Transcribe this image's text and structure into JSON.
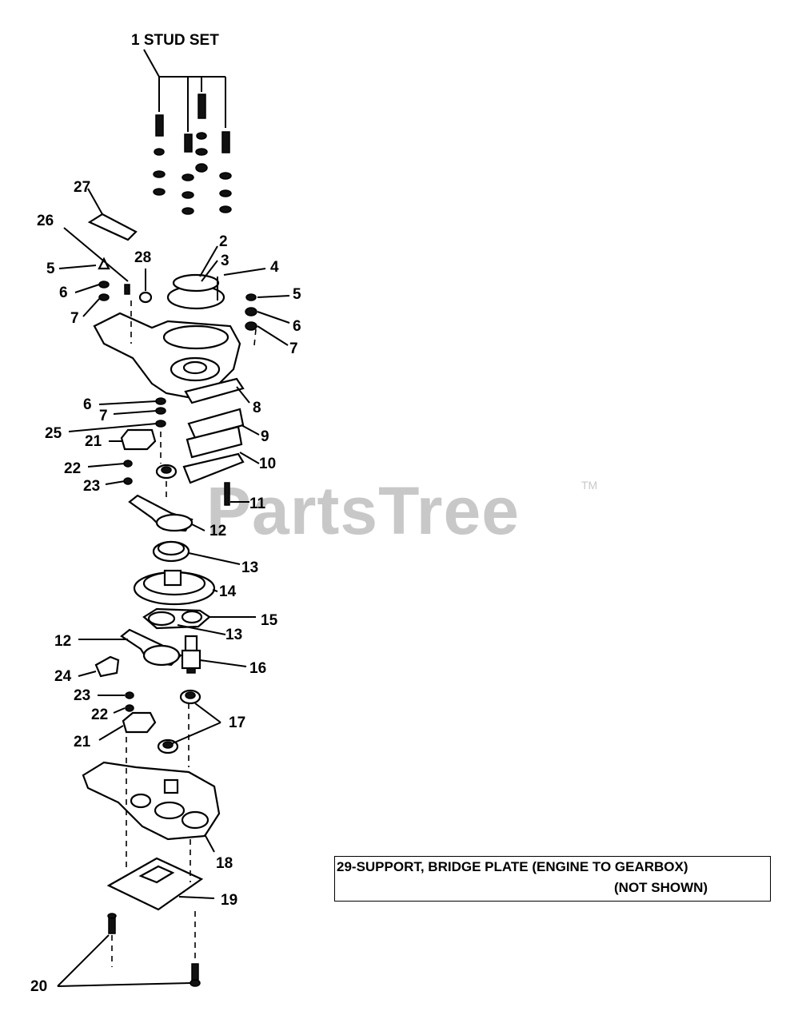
{
  "watermark": {
    "text": "PartsTree",
    "tm": "TM"
  },
  "labels": {
    "stud_set": "1  STUD SET",
    "p2": "2",
    "p3": "3",
    "p4": "4",
    "p5": "5",
    "p6": "6",
    "p7": "7",
    "p8": "8",
    "p9": "9",
    "p10": "10",
    "p11": "11",
    "p12": "12",
    "p13": "13",
    "p14": "14",
    "p15": "15",
    "p16": "16",
    "p17": "17",
    "p18": "18",
    "p19": "19",
    "p20": "20",
    "p21": "21",
    "p22": "22",
    "p23": "23",
    "p24": "24",
    "p25": "25",
    "p26": "26",
    "p27": "27",
    "p28": "28"
  },
  "note": {
    "line1": "29-SUPPORT, BRIDGE PLATE (ENGINE TO GEARBOX)",
    "line2": "(NOT SHOWN)"
  }
}
